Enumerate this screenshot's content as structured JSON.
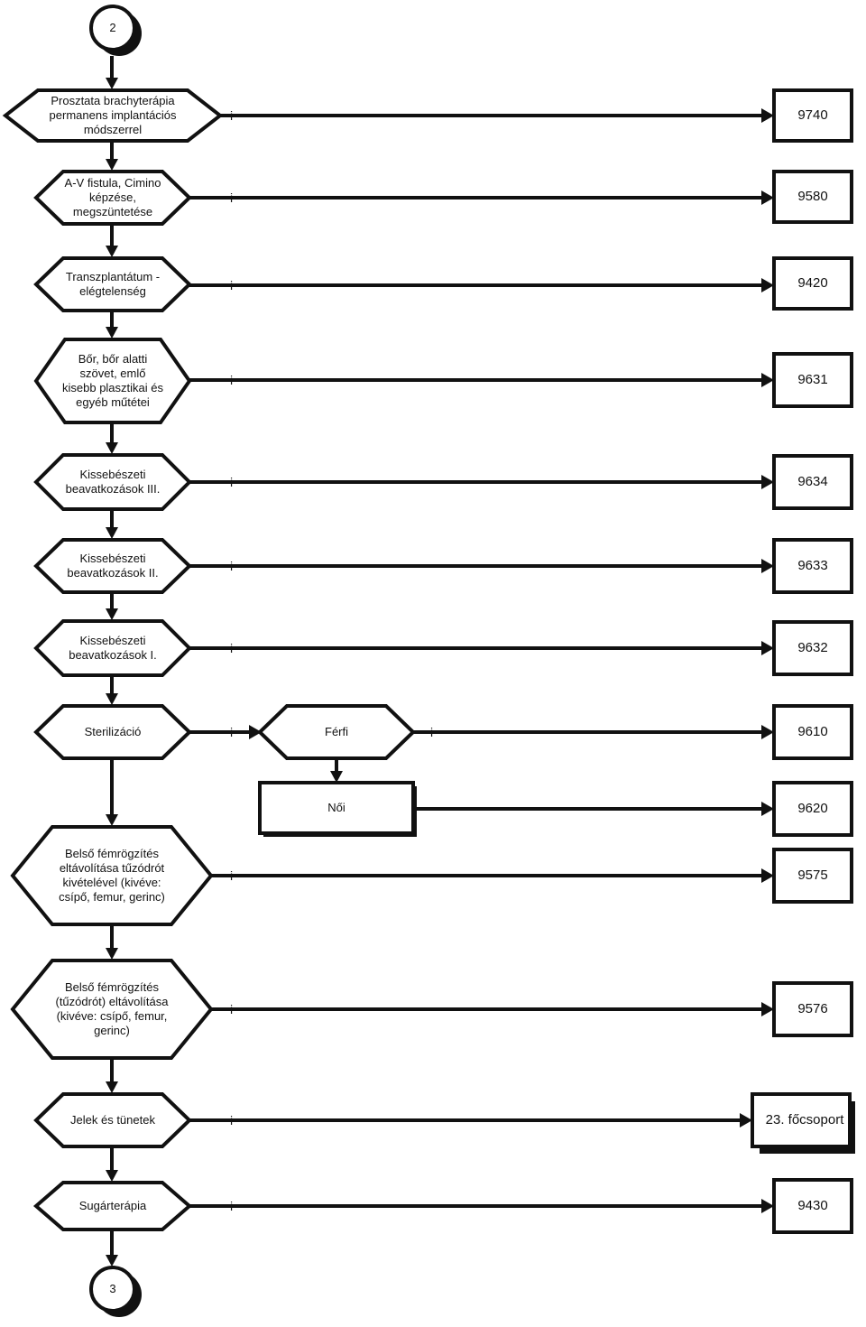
{
  "connectors": {
    "start": "2",
    "end": "3"
  },
  "branch_label": "i",
  "decisions": [
    {
      "id": "d1",
      "label": "Prosztata brachyterápia permanens implantációs módszerrel",
      "target": "9740"
    },
    {
      "id": "d2",
      "label": "A-V fistula, Cimino képzése, megszüntetése",
      "target": "9580"
    },
    {
      "id": "d3",
      "label": "Transzplantátum -elégtelenség",
      "target": "9420"
    },
    {
      "id": "d4",
      "label": "Bőr, bőr alatti szövet, emlő kisebb plasztikai és egyéb műtétei",
      "target": "9631"
    },
    {
      "id": "d5",
      "label": "Kissebészeti beavatkozások III.",
      "target": "9634"
    },
    {
      "id": "d6",
      "label": "Kissebészeti beavatkozások II.",
      "target": "9633"
    },
    {
      "id": "d7",
      "label": "Kissebészeti beavatkozások I.",
      "target": "9632"
    },
    {
      "id": "d8",
      "label": "Sterilizáció"
    },
    {
      "id": "d8a",
      "label": "Férfi",
      "target": "9610"
    },
    {
      "id": "d9",
      "label": "Belső fémrögzítés eltávolítása tűzódrót kivételével (kivéve: csípő, femur, gerinc)",
      "target": "9575"
    },
    {
      "id": "d10",
      "label": "Belső fémrögzítés (tűzódrót) eltávolítása (kivéve: csípő, femur, gerinc)",
      "target": "9576"
    },
    {
      "id": "d11",
      "label": "Jelek és tünetek",
      "target": "23. főcsoport"
    },
    {
      "id": "d12",
      "label": "Sugárterápia",
      "target": "9430"
    }
  ],
  "process": {
    "label": "Női",
    "target": "9620"
  },
  "results": [
    "9740",
    "9580",
    "9420",
    "9631",
    "9634",
    "9633",
    "9632",
    "9610",
    "9620",
    "9575",
    "9576",
    "23. főcsoport",
    "9430"
  ]
}
